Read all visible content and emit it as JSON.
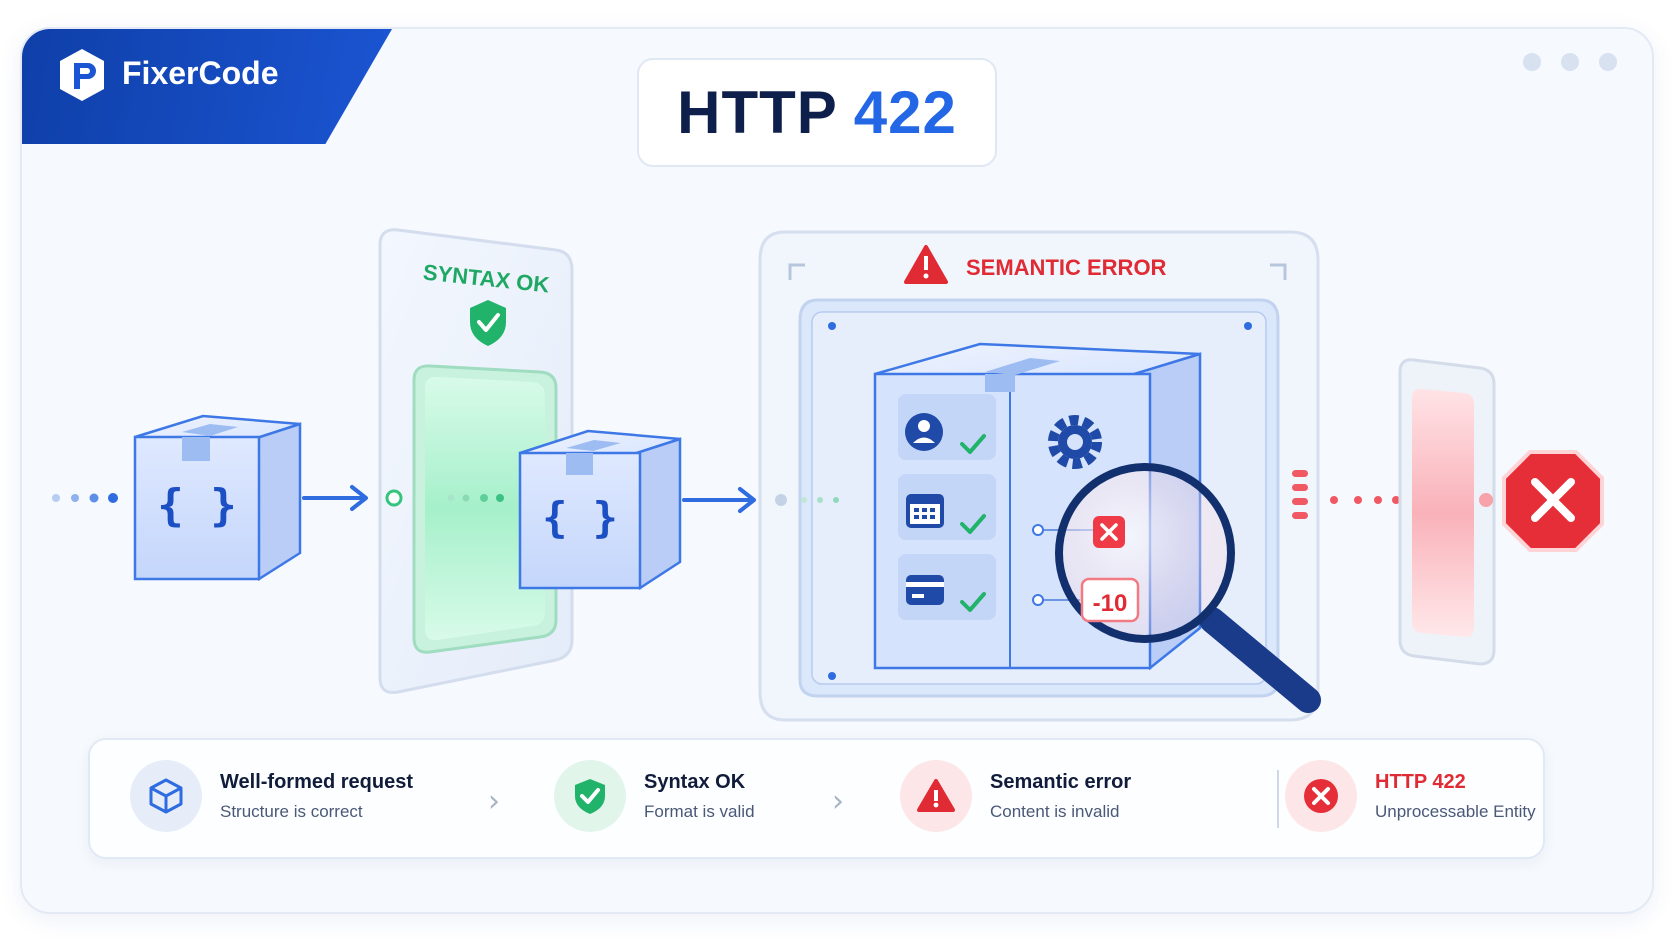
{
  "brand": {
    "name": "FixerCode"
  },
  "title": {
    "prefix": "HTTP",
    "code": "422"
  },
  "stages": {
    "syntax_label": "SYNTAX OK",
    "semantic_label": "SEMANTIC ERROR",
    "invalid_value": "-10"
  },
  "legend": {
    "steps": [
      {
        "title": "Well-formed request",
        "subtitle": "Structure is correct",
        "icon": "cube-icon"
      },
      {
        "title": "Syntax OK",
        "subtitle": "Format is valid",
        "icon": "shield-check-icon"
      },
      {
        "title": "Semantic error",
        "subtitle": "Content is invalid",
        "icon": "warning-icon"
      },
      {
        "title": "HTTP 422",
        "subtitle": "Unprocessable Entity",
        "icon": "error-x-icon"
      }
    ]
  },
  "colors": {
    "brand": "#1b55d3",
    "accent_blue": "#2366e6",
    "success": "#22b36b",
    "error": "#e02b34",
    "navy": "#0f1f4b"
  }
}
